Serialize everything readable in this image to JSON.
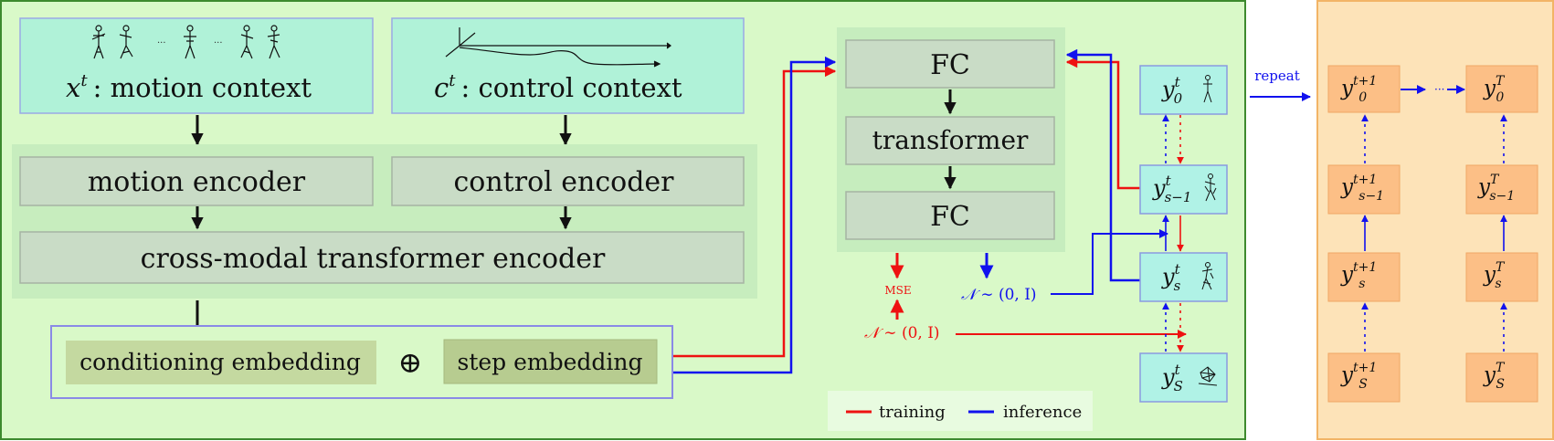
{
  "inputs": {
    "motion_var": "x",
    "motion_sup": "t",
    "motion_label": ": motion context",
    "control_var": "c",
    "control_sup": "t",
    "control_label": ": control context",
    "ellipsis1": "···",
    "ellipsis2": "···"
  },
  "encoders": {
    "motion": "motion encoder",
    "control": "control encoder",
    "cross_modal": "cross-modal transformer encoder"
  },
  "embedding": {
    "conditioning": "conditioning embedding",
    "oplus": "⊕",
    "step": "step embedding"
  },
  "denoiser": {
    "fc_top": "FC",
    "transformer": "transformer",
    "fc_bottom": "FC"
  },
  "loss": {
    "mse": "MSE",
    "noise_train_a": "𝒩",
    "noise_train_b": "∼ (0, I)",
    "noise_infer_a": "𝒩",
    "noise_infer_b": "∼ (0, I)"
  },
  "steps": [
    {
      "var": "y",
      "sub": "0",
      "sup": "t"
    },
    {
      "var": "y",
      "sub": "s−1",
      "sup": "t"
    },
    {
      "var": "y",
      "sub": "s",
      "sup": "t"
    },
    {
      "var": "y",
      "sub": "S",
      "sup": "t"
    }
  ],
  "repeat_label": "repeat",
  "next_steps": [
    {
      "var": "y",
      "sub": "0",
      "sup": "t+1"
    },
    {
      "var": "y",
      "sub": "s−1",
      "sup": "t+1"
    },
    {
      "var": "y",
      "sub": "s",
      "sup": "t+1"
    },
    {
      "var": "y",
      "sub": "S",
      "sup": "t+1"
    }
  ],
  "final_steps": [
    {
      "var": "y",
      "sub": "0",
      "sup": "T"
    },
    {
      "var": "y",
      "sub": "s−1",
      "sup": "T"
    },
    {
      "var": "y",
      "sub": "s",
      "sup": "T"
    },
    {
      "var": "y",
      "sub": "S",
      "sup": "T"
    }
  ],
  "row_ellipsis": "···",
  "legend": {
    "training": "training",
    "inference": "inference"
  },
  "colors": {
    "main_bg": "#d9f9c8",
    "context_box": "#b0f2d8",
    "encoder_box": "#c9dcc6",
    "embedding_box": "#c4d9a0",
    "step_box": "#b0f2e6",
    "repeat_panel": "#fde3b8",
    "repeat_box": "#fcbf86",
    "training": "#ee1111",
    "inference": "#1111ee"
  }
}
